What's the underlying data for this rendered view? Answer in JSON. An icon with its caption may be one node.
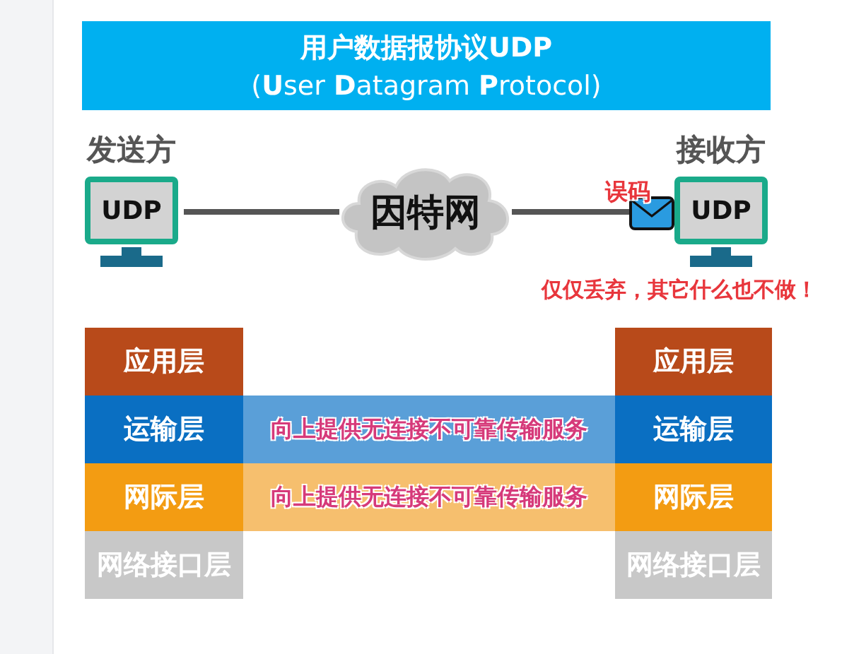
{
  "diagram": {
    "nodes": [
      {
        "text": [
          "用户数据报协议UDP",
          "(**U**ser **D**atagram **P**rotocol)"
        ]
      },
      {
        "text": [
          "发送方",
          "UDP"
        ]
      },
      {
        "text": [
          "因特网"
        ]
      },
      {
        "text": [
          "接收方",
          "UDP"
        ]
      },
      {
        "text": [
          "应用层"
        ]
      },
      {
        "text": [
          "应用层"
        ]
      },
      {
        "text": [
          "运输层"
        ]
      },
      {
        "text": [
          "向上提供无连接不可靠传输服务"
        ]
      },
      {
        "text": [
          "运输层"
        ]
      },
      {
        "text": [
          "网际层"
        ]
      },
      {
        "text": [
          "向上提供无连接不可靠传输服务"
        ]
      },
      {
        "text": [
          "网际层"
        ]
      },
      {
        "text": [
          "网络接口层"
        ]
      },
      {
        "text": [
          "网络接口层"
        ]
      }
    ],
    "edges": [
      {
        "from": 1,
        "to": 2,
        "arrow": "none"
      },
      {
        "from": 2,
        "to": 3,
        "arrow": "none"
      }
    ],
    "labels": [
      "误码",
      "仅仅丢弃，其它什么也不做！"
    ]
  }
}
